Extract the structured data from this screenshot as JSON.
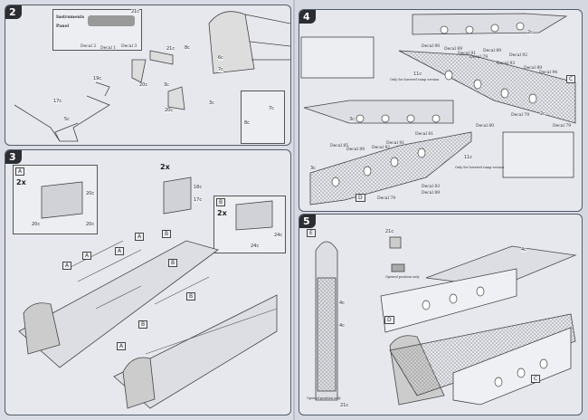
{
  "steps": {
    "s2": {
      "number": "2",
      "inset_title_1": "Instruments",
      "inset_title_2": "Panel",
      "decals": [
        "Decal 2",
        "Decal 1",
        "Decal 3"
      ],
      "parts": [
        "21c",
        "8c",
        "21c",
        "3c",
        "20c",
        "19c",
        "17c",
        "5c",
        "7c",
        "6c",
        "3c",
        "20c",
        "7c",
        "8c"
      ]
    },
    "s3": {
      "number": "3",
      "boxes": [
        "A",
        "B"
      ],
      "mult": [
        "2x",
        "2x",
        "2x"
      ],
      "parts": [
        "20c",
        "20c",
        "20c",
        "18c",
        "17c",
        "24c",
        "24c"
      ],
      "labels": [
        "A",
        "A",
        "A",
        "A",
        "B",
        "B",
        "B",
        "B",
        "A"
      ]
    },
    "s4": {
      "number": "4",
      "boxes": [
        "C",
        "D"
      ],
      "parts": [
        "2c",
        "2c",
        "11c",
        "3c",
        "11c",
        "3c"
      ],
      "note_1": "Only for lowered ramp version",
      "note_2": "Only for lowered ramp version",
      "decals_c": [
        "Decal 90",
        "Decal 89",
        "Decal 91",
        "Decal 79",
        "Decal 89",
        "Decal 93",
        "Decal 92",
        "Decal 89",
        "Decal 94",
        "Decal 79",
        "Decal 79"
      ],
      "decals_d": [
        "Decal 80",
        "Decal 85",
        "Decal 89",
        "Decal 92",
        "Decal 91",
        "Decal 81",
        "Decal 83",
        "Decal 89",
        "Decal 79"
      ]
    },
    "s5": {
      "number": "5",
      "boxes": [
        "E",
        "C",
        "D"
      ],
      "parts": [
        "21c",
        "4c",
        "4c",
        "4c",
        "21c"
      ],
      "note_1": "Opened position only",
      "note_2": "Opened position only"
    }
  }
}
